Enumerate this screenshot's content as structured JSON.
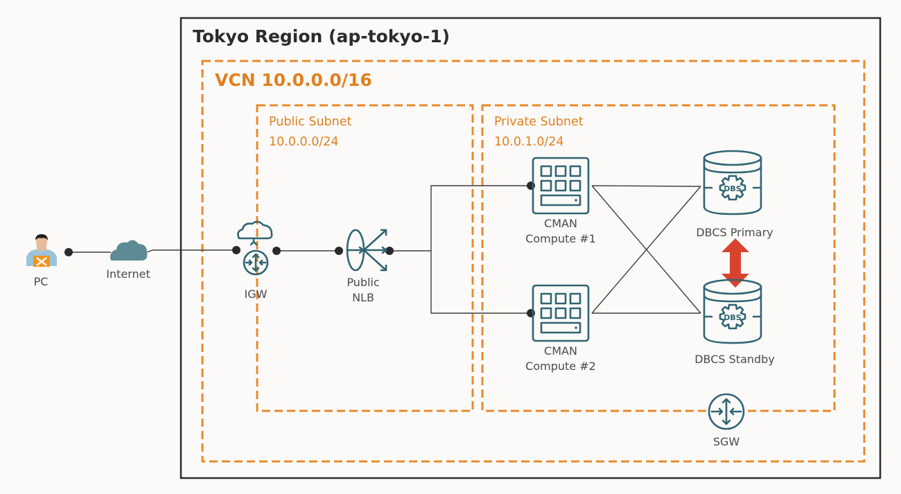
{
  "region": {
    "title": "Tokyo Region (ap-tokyo-1)"
  },
  "vcn": {
    "title": "VCN 10.0.0.0/16"
  },
  "public_subnet": {
    "name": "Public Subnet",
    "cidr": "10.0.0.0/24"
  },
  "private_subnet": {
    "name": "Private Subnet",
    "cidr": "10.0.1.0/24"
  },
  "nodes": {
    "pc": {
      "label": "PC",
      "icon": "user-workstation-icon"
    },
    "internet": {
      "label": "Internet",
      "icon": "cloud-icon"
    },
    "igw": {
      "label": "IGW",
      "icon": "internet-gateway-icon"
    },
    "nlb": {
      "label_line1": "Public",
      "label_line2": "NLB",
      "icon": "load-balancer-icon"
    },
    "cman1": {
      "label_line1": "CMAN",
      "label_line2": "Compute #1",
      "icon": "compute-icon"
    },
    "cman2": {
      "label_line1": "CMAN",
      "label_line2": "Compute #2",
      "icon": "compute-icon"
    },
    "dbcs_primary": {
      "label": "DBCS Primary",
      "icon": "database-service-icon",
      "badge": "DBS"
    },
    "dbcs_standby": {
      "label": "DBCS Standby",
      "icon": "database-service-icon",
      "badge": "DBS"
    },
    "sgw": {
      "label": "SGW",
      "icon": "service-gateway-icon"
    }
  },
  "replication": {
    "icon": "bidirectional-arrow-icon",
    "color": "#d8432f"
  },
  "colors": {
    "accent": "#e8892b",
    "icon": "#2f6473",
    "frame": "#2b2b2b",
    "background": "#fbfaf9"
  }
}
